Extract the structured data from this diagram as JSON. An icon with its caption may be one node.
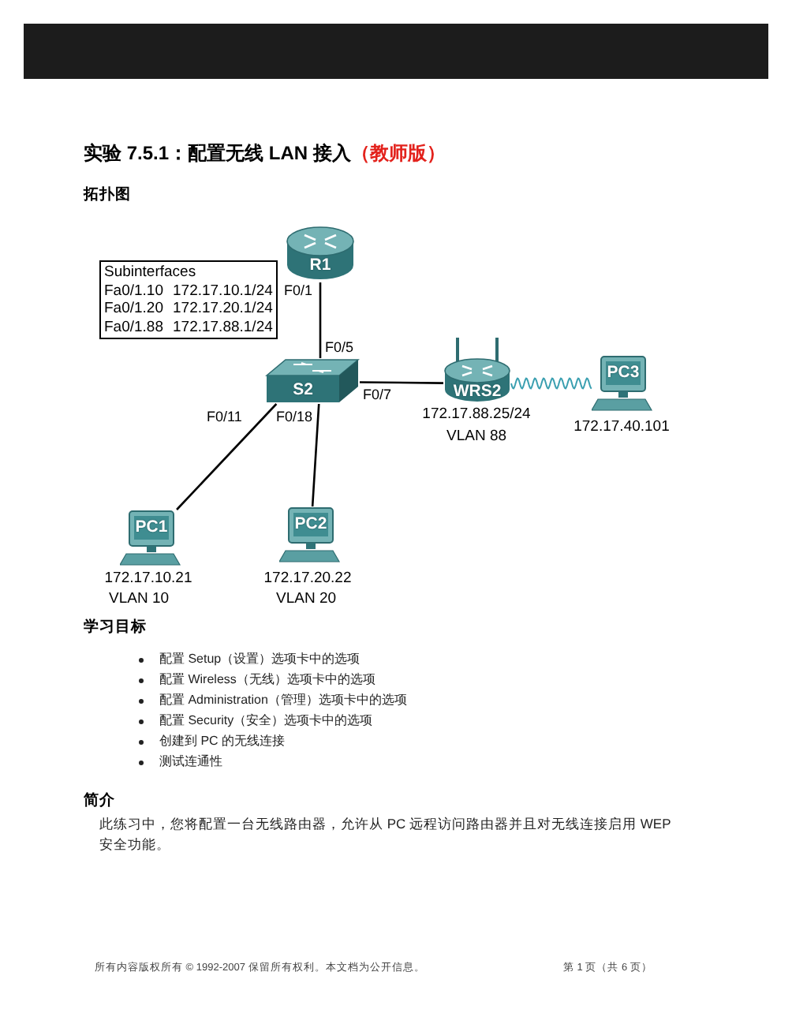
{
  "diagram": {
    "title": "实验 7.5.1：配置无线 LAN 接入",
    "nodes": [
      {
        "text": [
          "R1"
        ]
      },
      {
        "text": [
          "Subinterfaces",
          "Fa0/1.10",
          "172.17.10.1/24",
          "Fa0/1.20",
          "172.17.20.1/24",
          "Fa0/1.88",
          "172.17.88.1/24"
        ]
      },
      {
        "text": [
          "S2"
        ]
      },
      {
        "text": [
          "WRS2"
        ],
        "beside": [
          "172.17.88.25/24",
          "VLAN 88"
        ]
      },
      {
        "text": [
          "PC3"
        ],
        "beside": [
          "172.17.40.101"
        ]
      },
      {
        "text": [
          "PC1"
        ],
        "beside": [
          "172.17.10.21",
          "VLAN 10"
        ]
      },
      {
        "text": [
          "PC2"
        ],
        "beside": [
          "172.17.20.22",
          "VLAN 20"
        ]
      }
    ],
    "edges": [
      {
        "from": 0,
        "to": 2,
        "arrow": "none"
      },
      {
        "from": 2,
        "to": 3,
        "arrow": "none"
      },
      {
        "from": 3,
        "to": 4,
        "arrow": "none",
        "color": "#3a9fb0"
      },
      {
        "from": 2,
        "to": 5,
        "arrow": "none"
      },
      {
        "from": 2,
        "to": 6,
        "arrow": "none"
      }
    ],
    "labels": [
      "（教师版）",
      "拓扑图",
      "F0/1",
      "F0/5",
      "F0/7",
      "F0/11",
      "F0/18",
      "学习目标",
      "配置 Setup（设置）选项卡中的选项",
      "配置 Wireless（无线）选项卡中的选项",
      "配置 Administration（管理）选项卡中的选项",
      "配置 Security（安全）选项卡中的选项",
      "创建到 PC 的无线连接",
      "测试连通性",
      "简介",
      "此练习中，您将配置一台无线路由器，允许从 PC 远程访问路由器并且对无线连接启用 WEP 安全功能。",
      "所有内容版权所有 © 1992-2007 保留所有权利。本文档为公开信息。",
      "第 1 页（共 6 页）"
    ]
  }
}
